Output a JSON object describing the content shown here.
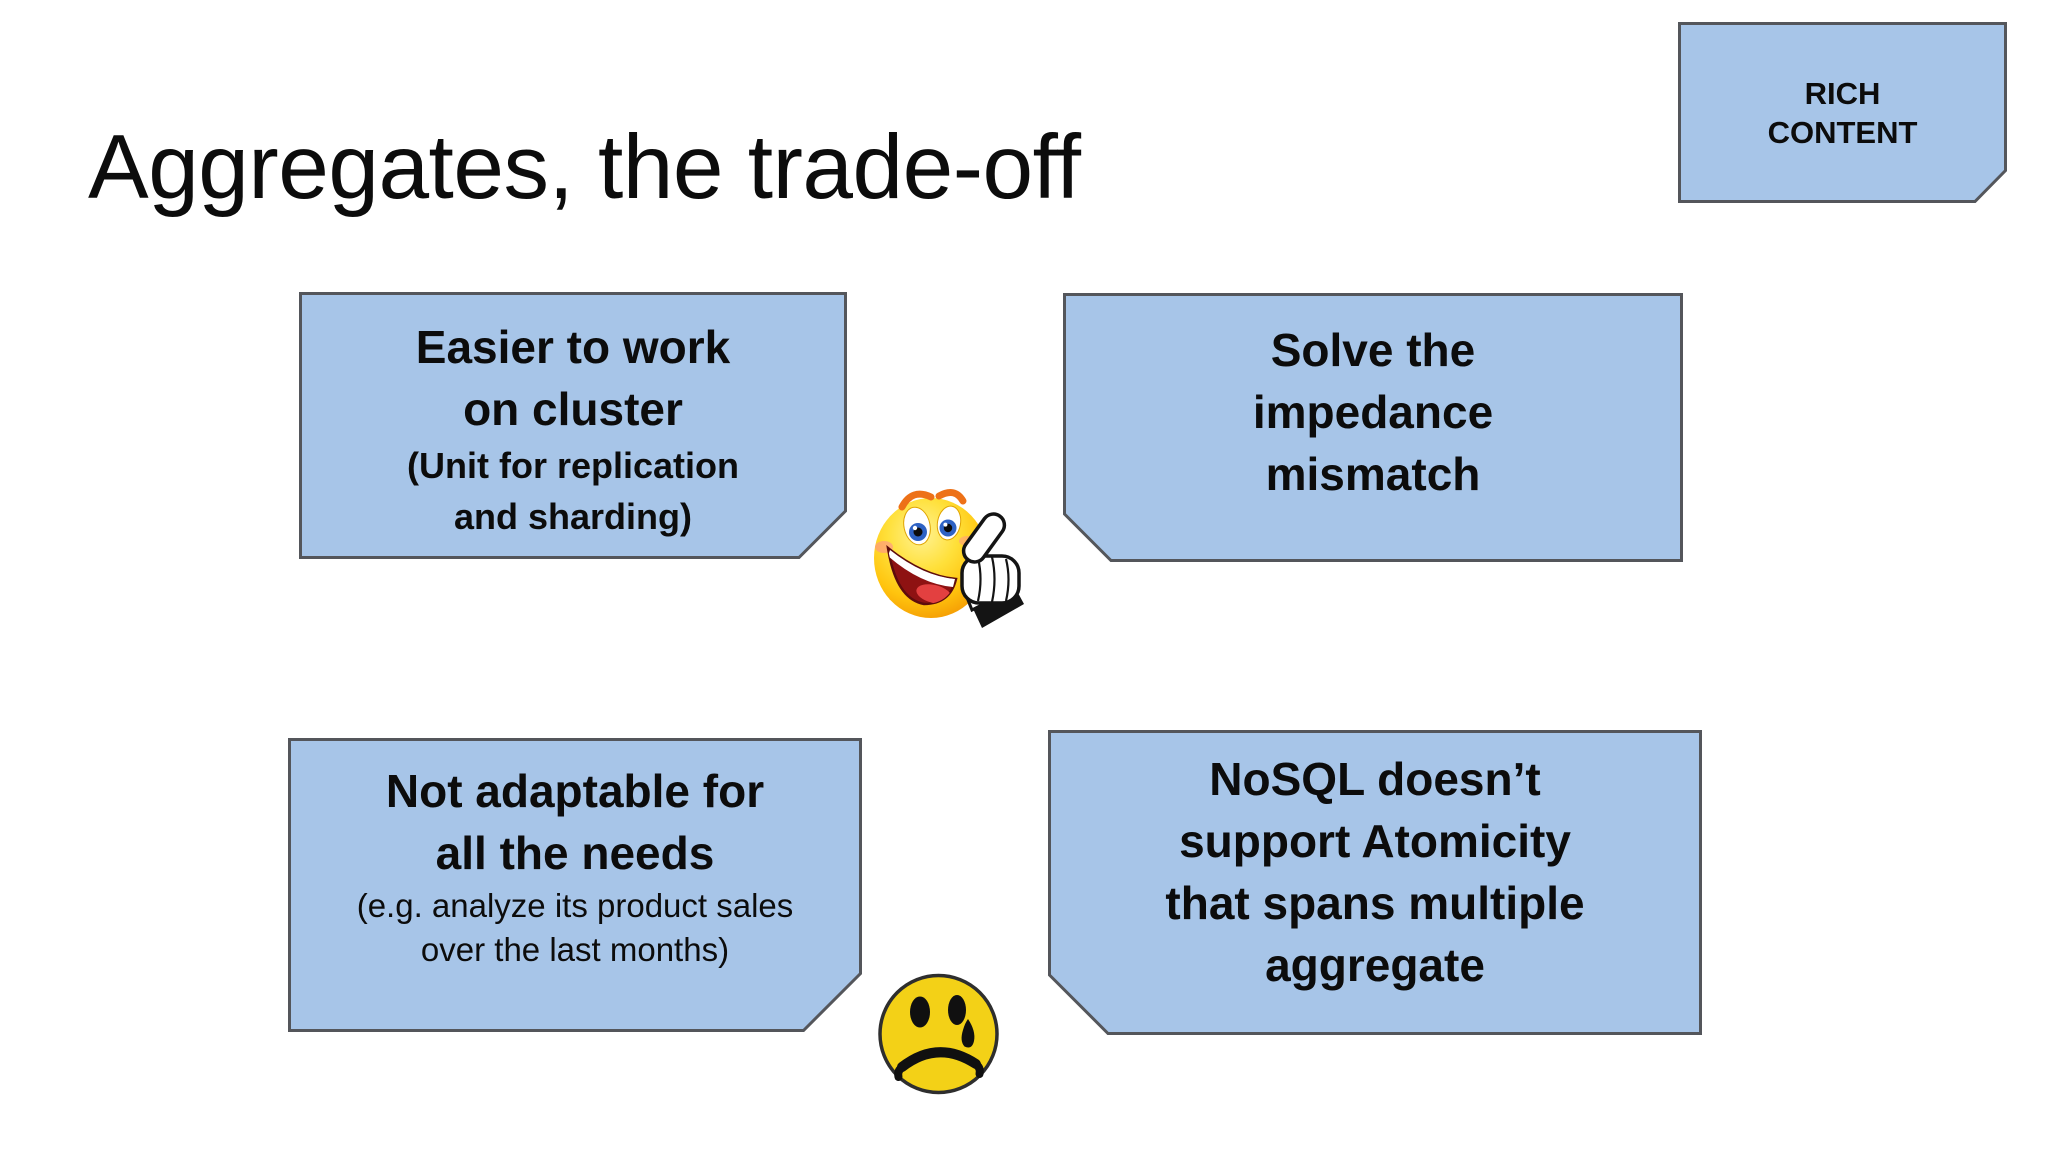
{
  "slide": {
    "title": "Aggregates, the trade-off",
    "badge": {
      "label": "RICH\nCONTENT"
    },
    "callouts": {
      "top_left": {
        "heading": "Easier to work\non cluster",
        "note": "(Unit for replication\nand sharding)"
      },
      "top_right": {
        "heading": "Solve the\nimpedance\nmismatch"
      },
      "bottom_left": {
        "heading": "Not adaptable for\nall the needs",
        "note": "(e.g. analyze its product sales\nover the last months)"
      },
      "bottom_right": {
        "heading": "NoSQL doesn’t\nsupport Atomicity\nthat spans multiple\naggregate"
      }
    },
    "icons": {
      "top_row": "thumbs-up-smiley",
      "bottom_row": "sad-crying-face"
    },
    "colors": {
      "background": "#FFFFFF",
      "callout_fill": "#A7C5E8",
      "callout_border": "#54565B",
      "text": "#0C0C0C",
      "smiley_yellow": "#F3D117",
      "smiley_orange": "#F18E00"
    }
  }
}
